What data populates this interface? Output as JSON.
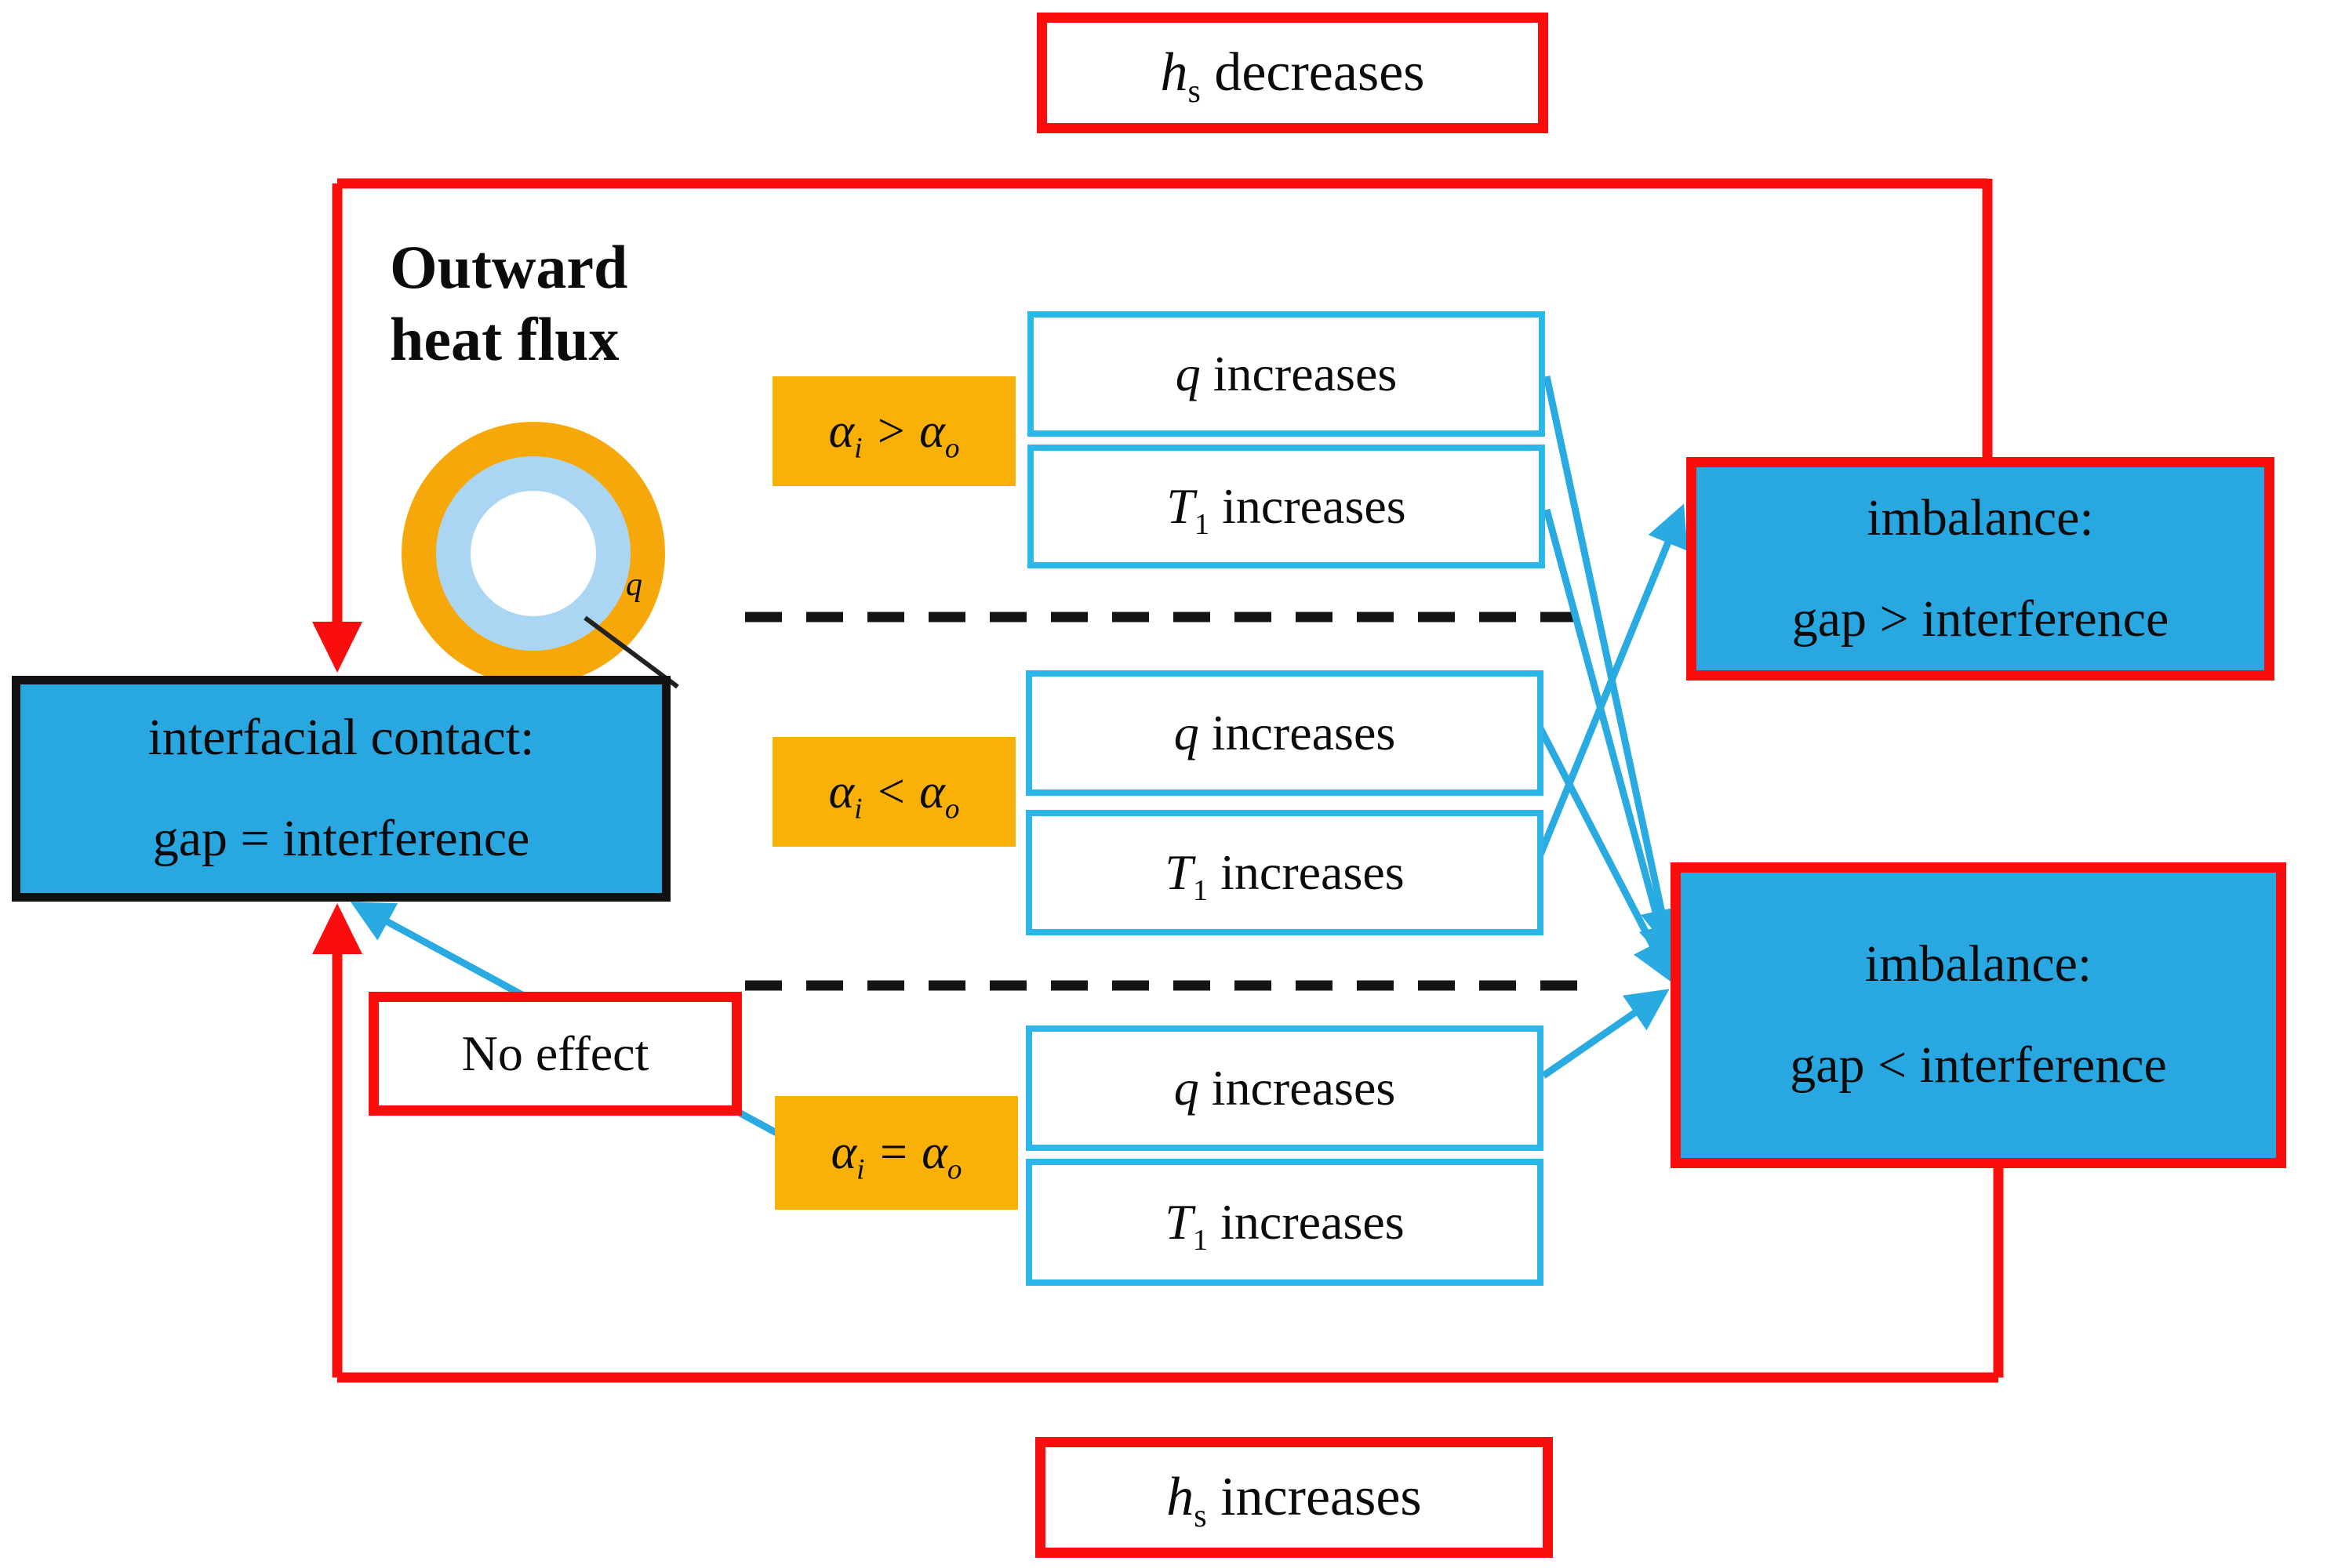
{
  "top_banner": {
    "var": "h",
    "sub": "s",
    "rest": " decreases"
  },
  "bottom_banner": {
    "var": "h",
    "sub": "s",
    "rest": " increases"
  },
  "outward_label": {
    "line1": "Outward",
    "line2": "heat flux"
  },
  "ring_label": "q",
  "interfacial_box": {
    "line1": "interfacial contact:",
    "line2": "gap = interference"
  },
  "no_effect_label": "No effect",
  "alpha_conditions": [
    {
      "v1": "α",
      "s1": "i",
      "op": " > ",
      "v2": "α",
      "s2": "o"
    },
    {
      "v1": "α",
      "s1": "i",
      "op": " < ",
      "v2": "α",
      "s2": "o"
    },
    {
      "v1": "α",
      "s1": "i",
      "op": " = ",
      "v2": "α",
      "s2": "o"
    }
  ],
  "effect_rows": [
    {
      "var": "q",
      "sub": "",
      "rest": " increases"
    },
    {
      "var": "T",
      "sub": "1",
      "rest": " increases"
    },
    {
      "var": "q",
      "sub": "",
      "rest": " increases"
    },
    {
      "var": "T",
      "sub": "1",
      "rest": " increases"
    },
    {
      "var": "q",
      "sub": "",
      "rest": " increases"
    },
    {
      "var": "T",
      "sub": "1",
      "rest": " increases"
    }
  ],
  "imbalance_boxes": [
    {
      "line1": "imbalance:",
      "line2": "gap > interference"
    },
    {
      "line1": "imbalance:",
      "line2": "gap < interference"
    }
  ],
  "colors": {
    "red": "#f90d0d",
    "cyan_line": "#29abe2",
    "cyan_box_border": "#2db6e9",
    "blue_box_fill": "#29a7e0",
    "orange_box_fill": "#f9b108",
    "ring_orange": "#f6a80a",
    "ring_light_blue": "#abd6f3",
    "dashed_line": "#141414"
  }
}
